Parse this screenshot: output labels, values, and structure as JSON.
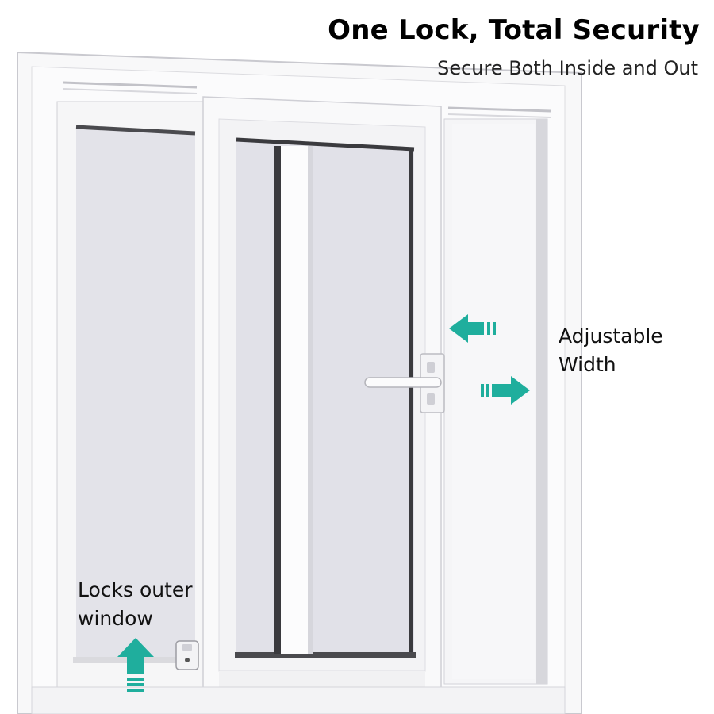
{
  "heading": {
    "title": "One Lock, Total Security",
    "subtitle": "Secure Both Inside and Out"
  },
  "callouts": {
    "adjustable": {
      "line1": "Adjustable",
      "line2": "Width"
    },
    "locks": {
      "line1": "Locks outer",
      "line2": "window"
    }
  },
  "colors": {
    "accent": "#1fae9d",
    "frame": "#f7f7f8",
    "glass": "#e4e4ea",
    "frame_edge": "#c9c9cf",
    "mullion_dark": "#3a3a3e"
  },
  "icons": [
    "arrow-left-icon",
    "arrow-right-icon",
    "arrow-up-icon",
    "window-lock-icon",
    "window-handle-icon"
  ]
}
